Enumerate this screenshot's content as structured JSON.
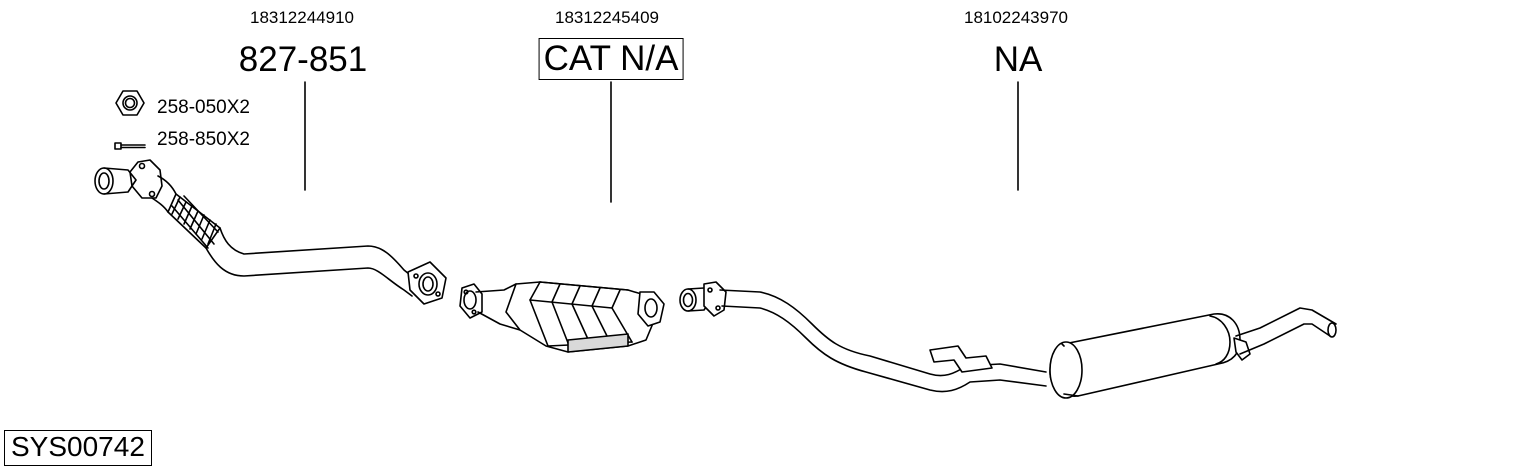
{
  "parts": [
    {
      "oem": "18312244910",
      "part_number": "827-851",
      "boxed": false
    },
    {
      "oem": "18312245409",
      "part_number": "CAT N/A",
      "boxed": true
    },
    {
      "oem": "18102243970",
      "part_number": "NA",
      "boxed": false
    }
  ],
  "hardware": [
    {
      "label": "258-050X2",
      "icon": "nut-icon"
    },
    {
      "label": "258-850X2",
      "icon": "bolt-icon"
    }
  ],
  "system_id": "SYS00742",
  "colors": {
    "line": "#000000",
    "background": "#ffffff",
    "fill": "#ffffff",
    "shade": "#d9d9d9"
  }
}
